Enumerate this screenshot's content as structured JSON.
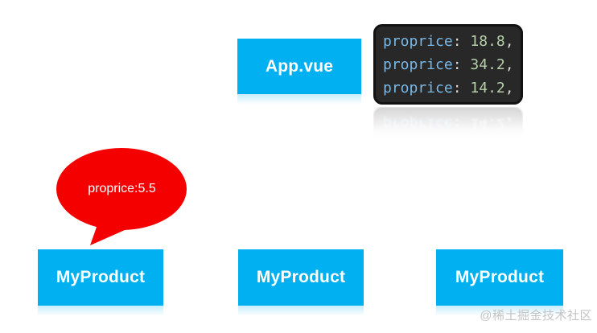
{
  "colors": {
    "node_fill": "#00B0F0",
    "bubble_fill": "#F50000",
    "code_bg": "#282828",
    "code_key": "#79B8E6",
    "code_number": "#B5CEA8",
    "code_punct": "#D6D6D6",
    "watermark": "#C4C4C4"
  },
  "nodes": {
    "app": {
      "label": "App.vue"
    },
    "products": [
      {
        "label": "MyProduct"
      },
      {
        "label": "MyProduct"
      },
      {
        "label": "MyProduct"
      }
    ]
  },
  "code_block": {
    "lines": [
      {
        "key": "proprice",
        "sep": ": ",
        "value": "18.8",
        "end": ","
      },
      {
        "key": "proprice",
        "sep": ": ",
        "value": "34.2",
        "end": ","
      },
      {
        "key": "proprice",
        "sep": ": ",
        "value": "14.2",
        "end": ","
      }
    ]
  },
  "bubble": {
    "text": "proprice:5.5"
  },
  "watermark": {
    "text": "@稀土掘金技术社区"
  }
}
